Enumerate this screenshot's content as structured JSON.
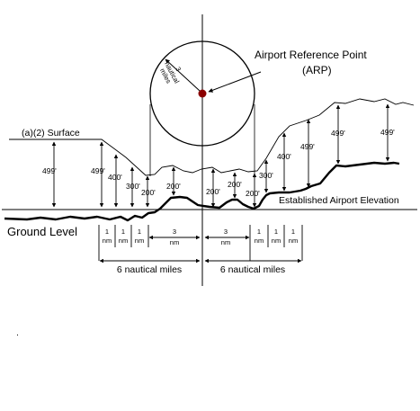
{
  "labels": {
    "arp_title": "Airport Reference Point",
    "arp_abbr": "(ARP)",
    "radius_line1": "3",
    "radius_line2": "nautical",
    "radius_line3": "miles",
    "surface": "(a)(2) Surface",
    "airport_elevation": "Established Airport Elevation",
    "ground_level": "Ground Level",
    "six_nm_left": "6 nautical miles",
    "six_nm_right": "6 nautical miles"
  },
  "heights": {
    "h499": "499'",
    "h400": "400'",
    "h300": "300'",
    "h200": "200'"
  },
  "distance_units": {
    "one": "1",
    "three": "3",
    "nm": "nm"
  },
  "colors": {
    "ink": "#000000",
    "arp_dot": "#8b0000",
    "background": "#ffffff"
  }
}
